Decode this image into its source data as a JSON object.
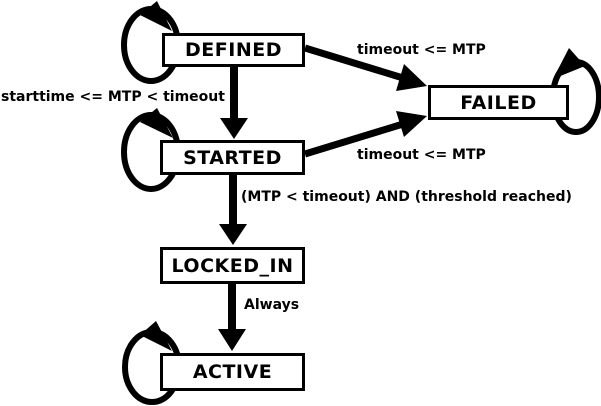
{
  "diagram": {
    "type": "state-machine",
    "colors": {
      "stroke": "#000000",
      "background": "#ffffff",
      "node_fill": "#ffffff"
    },
    "states": [
      {
        "id": "DEFINED",
        "label": "DEFINED"
      },
      {
        "id": "FAILED",
        "label": "FAILED"
      },
      {
        "id": "STARTED",
        "label": "STARTED"
      },
      {
        "id": "LOCKED_IN",
        "label": "LOCKED_IN"
      },
      {
        "id": "ACTIVE",
        "label": "ACTIVE"
      }
    ],
    "transitions": [
      {
        "from": "DEFINED",
        "to": "FAILED",
        "label": "timeout <= MTP"
      },
      {
        "from": "DEFINED",
        "to": "STARTED",
        "label": "starttime <= MTP < timeout"
      },
      {
        "from": "STARTED",
        "to": "FAILED",
        "label": "timeout <= MTP"
      },
      {
        "from": "STARTED",
        "to": "LOCKED_IN",
        "label": "(MTP < timeout) AND (threshold reached)"
      },
      {
        "from": "LOCKED_IN",
        "to": "ACTIVE",
        "label": "Always"
      },
      {
        "from": "DEFINED",
        "to": "DEFINED",
        "label": ""
      },
      {
        "from": "STARTED",
        "to": "STARTED",
        "label": ""
      },
      {
        "from": "FAILED",
        "to": "FAILED",
        "label": ""
      },
      {
        "from": "ACTIVE",
        "to": "ACTIVE",
        "label": ""
      }
    ]
  }
}
